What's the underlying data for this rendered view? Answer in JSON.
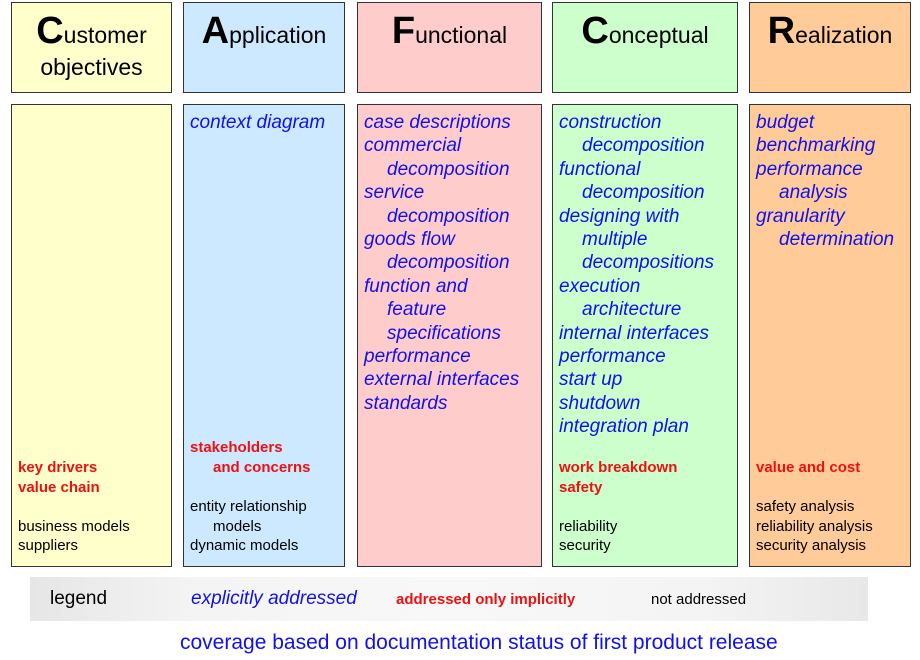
{
  "colors": {
    "customer": "#ffffcc",
    "application": "#cce9ff",
    "functional": "#ffcccc",
    "conceptual": "#ccffcc",
    "realization": "#ffcc99",
    "explicit": "#1010ee",
    "implicit": "#ee1111",
    "not_addressed": "#000000"
  },
  "headers": [
    {
      "initial": "C",
      "rest": "ustomer",
      "line2": "objectives"
    },
    {
      "initial": "A",
      "rest": "pplication",
      "line2": ""
    },
    {
      "initial": "F",
      "rest": "unctional",
      "line2": ""
    },
    {
      "initial": "C",
      "rest": "onceptual",
      "line2": ""
    },
    {
      "initial": "R",
      "rest": "ealization",
      "line2": ""
    }
  ],
  "columns": [
    {
      "explicit": [],
      "implicit": [
        [
          "key drivers"
        ],
        [
          "value chain"
        ]
      ],
      "not_addressed": [
        [
          "business models"
        ],
        [
          "suppliers"
        ]
      ]
    },
    {
      "explicit": [
        [
          "context diagram"
        ]
      ],
      "implicit": [
        [
          "stakeholders",
          "and concerns"
        ]
      ],
      "not_addressed": [
        [
          "entity relationship",
          "models"
        ],
        [
          "dynamic models"
        ]
      ]
    },
    {
      "explicit": [
        [
          "case descriptions"
        ],
        [
          "commercial",
          "decomposition"
        ],
        [
          "service",
          "decomposition"
        ],
        [
          "goods flow",
          "decomposition"
        ],
        [
          "function and",
          "feature",
          "specifications"
        ],
        [
          "performance"
        ],
        [
          "external interfaces"
        ],
        [
          "standards"
        ]
      ],
      "implicit": [],
      "not_addressed": []
    },
    {
      "explicit": [
        [
          "construction",
          "decomposition"
        ],
        [
          "functional",
          "decomposition"
        ],
        [
          "designing with",
          "multiple",
          "decompositions"
        ],
        [
          "execution",
          "architecture"
        ],
        [
          "internal interfaces"
        ],
        [
          "performance"
        ],
        [
          "start up"
        ],
        [
          "shutdown"
        ],
        [
          "integration plan"
        ]
      ],
      "implicit": [
        [
          "work breakdown"
        ],
        [
          "safety"
        ]
      ],
      "not_addressed": [
        [
          "reliability"
        ],
        [
          "security"
        ]
      ]
    },
    {
      "explicit": [
        [
          "budget"
        ],
        [
          "benchmarking"
        ],
        [
          "performance",
          "analysis"
        ],
        [
          "granularity",
          "determination"
        ]
      ],
      "implicit": [
        [
          "value and cost"
        ]
      ],
      "not_addressed": [
        [
          "safety analysis"
        ],
        [
          "reliability analysis"
        ],
        [
          "security analysis"
        ]
      ]
    }
  ],
  "legend": {
    "label": "legend",
    "explicit": "explicitly addressed",
    "implicit": "addressed only implicitly",
    "not_addressed": "not addressed"
  },
  "footer": "coverage based on documentation status of first product release"
}
